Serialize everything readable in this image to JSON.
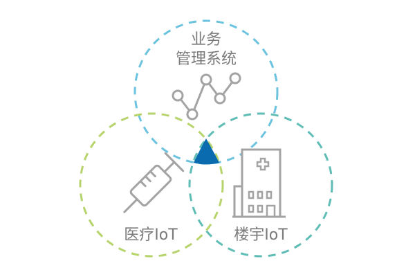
{
  "top": {
    "line1": "业务",
    "line2": "管理系统"
  },
  "left": {
    "label": "医疗IoT"
  },
  "right": {
    "label": "楼宇IoT"
  },
  "colors": {
    "top_circle": "#6cc3df",
    "left_circle": "#b7d46c",
    "right_circle": "#5fbdb6",
    "center": "#0a6caf",
    "icon": "#a3a3a3"
  }
}
